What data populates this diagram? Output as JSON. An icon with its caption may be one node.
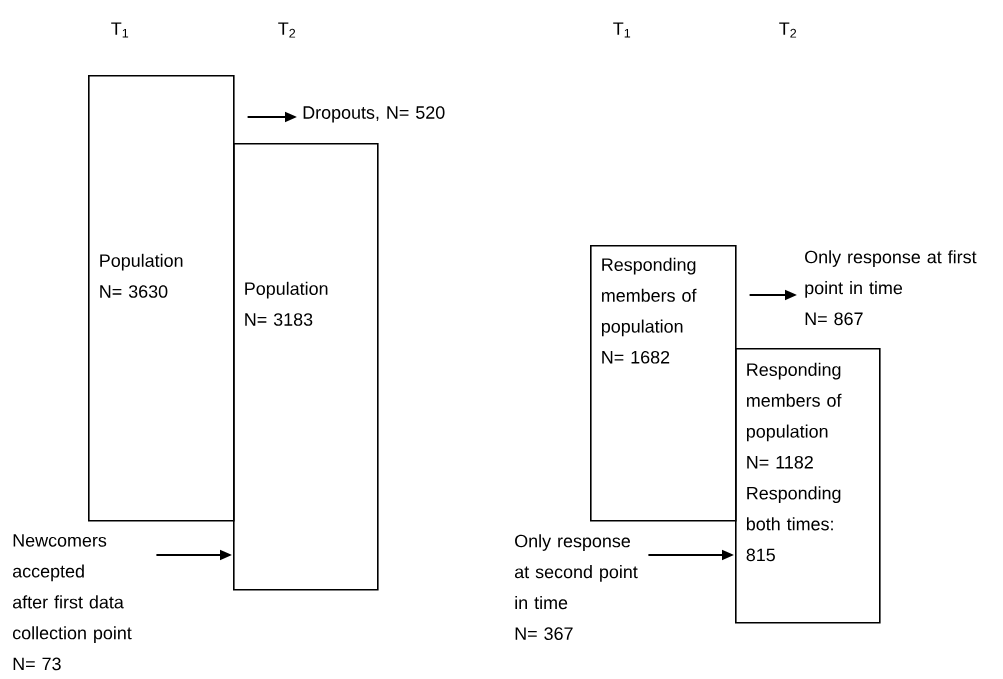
{
  "diagram": {
    "nodes": [
      {
        "text": [
          "Population",
          "N= 3630"
        ]
      },
      {
        "text": [
          "Population",
          "N= 3183"
        ]
      },
      {
        "text": [
          "Dropouts, N= 520"
        ]
      },
      {
        "text": [
          "Newcomers accepted after first data collection point",
          "N= 73"
        ]
      },
      {
        "text": [
          "Responding members of population",
          "N= 1682"
        ]
      },
      {
        "text": [
          "Only response at first point in time",
          "N= 867"
        ]
      },
      {
        "text": [
          "Responding members of population",
          "N= 1182",
          "Responding both times: 815"
        ]
      },
      {
        "text": [
          "Only response at second point in time",
          "N= 367"
        ]
      }
    ],
    "edges": [
      {
        "from": 0,
        "to": 2,
        "arrow": "to"
      },
      {
        "from": 3,
        "to": 1,
        "arrow": "to"
      },
      {
        "from": 4,
        "to": 5,
        "arrow": "to"
      },
      {
        "from": 7,
        "to": 6,
        "arrow": "to"
      }
    ],
    "labels": [
      "T$_{1}$",
      "T$_{2}$",
      "T$_{1}$",
      "T$_{2}$"
    ]
  }
}
